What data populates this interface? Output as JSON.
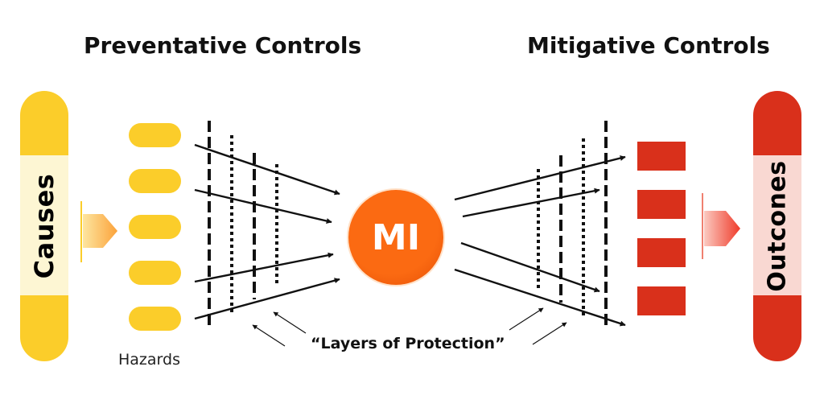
{
  "headings": {
    "preventative": "Preventative Controls",
    "mitigative": "Mitigative Controls"
  },
  "causes": {
    "label": "Causes"
  },
  "outcomes": {
    "label": "Outcones"
  },
  "center": {
    "label": "MI"
  },
  "hazards": {
    "label": "Hazards"
  },
  "layers": {
    "label": "“Layers of Protection”"
  },
  "colors": {
    "yellow": "#fbcd2a",
    "yellow_light": "#fdf6d3",
    "red": "#d9301b",
    "red_light": "#f9d8d2",
    "orange": "#fb6a12",
    "orange_dark": "#e54f06",
    "arrow_yellow": "#fbb040",
    "arrow_red": "#f04e3a",
    "ink": "#111111"
  }
}
